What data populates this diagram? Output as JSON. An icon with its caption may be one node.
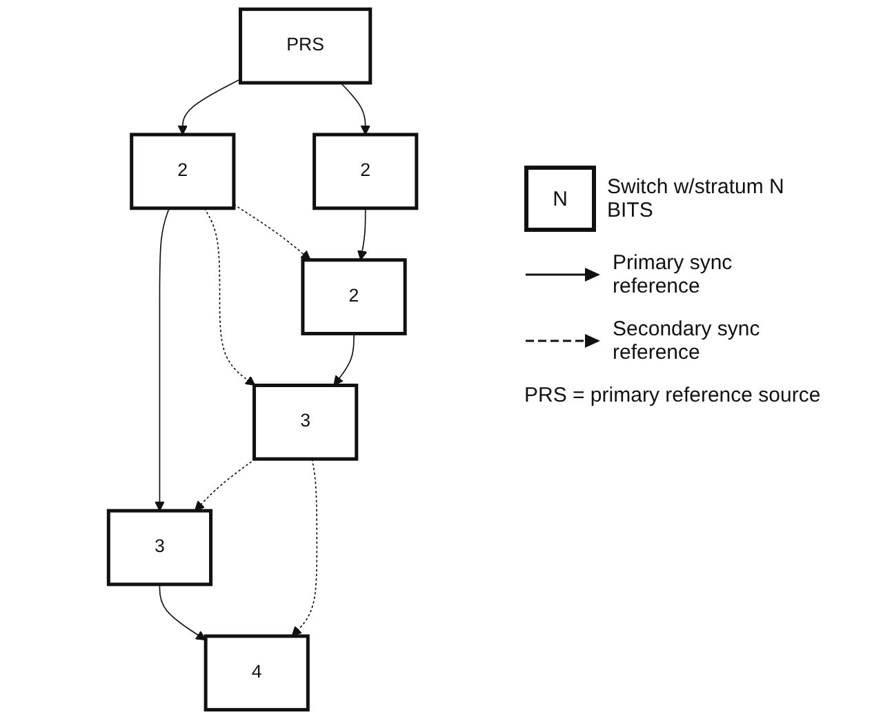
{
  "diagram": {
    "nodes": [
      {
        "text": [
          "PRS"
        ]
      },
      {
        "text": [
          "2"
        ]
      },
      {
        "text": [
          "2"
        ]
      },
      {
        "text": [
          "2"
        ]
      },
      {
        "text": [
          "3"
        ]
      },
      {
        "text": [
          "3"
        ]
      },
      {
        "text": [
          "4"
        ]
      },
      {
        "text": [
          "N"
        ],
        "beside": [
          "Switch w/stratum N BITS"
        ]
      }
    ],
    "edges": [
      {
        "from": 0,
        "to": 1,
        "arrow": "to"
      },
      {
        "from": 0,
        "to": 2,
        "arrow": "to"
      },
      {
        "from": 1,
        "to": 3,
        "arrow": "to",
        "style": "dashed"
      },
      {
        "from": 1,
        "to": 5,
        "arrow": "to",
        "style": "dashed"
      },
      {
        "from": 1,
        "to": 4,
        "arrow": "to"
      },
      {
        "from": 2,
        "to": 3,
        "arrow": "to"
      },
      {
        "from": 3,
        "to": 5,
        "arrow": "to"
      },
      {
        "from": 5,
        "to": 4,
        "arrow": "to",
        "style": "dashed"
      },
      {
        "from": 4,
        "to": 6,
        "arrow": "to"
      },
      {
        "from": 5,
        "to": 6,
        "arrow": "to",
        "style": "dashed"
      }
    ],
    "labels": [
      "PRS = primary reference source"
    ],
    "legend": [
      {
        "text": "Primary sync reference"
      },
      {
        "text": "Secondary sync reference"
      }
    ]
  }
}
